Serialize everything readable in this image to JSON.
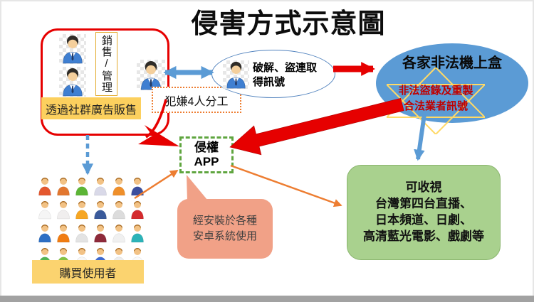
{
  "title": "侵害方式示意圖",
  "seller_group": {
    "role_label": "銷售/管理",
    "sales_channel": "透過社群廣告販售"
  },
  "suspects_label": "犯嫌4人分工",
  "crack_ellipse": {
    "text": "破解、盜連取得訊號"
  },
  "settop_box": {
    "title": "各家非法機上盒",
    "star_line1": "非法盜錄及重製",
    "star_line2": "合法業者訊號"
  },
  "app_box": {
    "line1": "侵權",
    "line2": "APP"
  },
  "bubble": {
    "line1": "經安裝於各種",
    "line2": "安卓系統使用"
  },
  "content_box": {
    "lines": [
      "可收視",
      "台灣第四台直播、",
      "日本頻道、日劇、",
      "高清藍光電影、戲劇等"
    ]
  },
  "buyers_label": "購買使用者",
  "icons": {
    "seller_person": "businessman-icon",
    "hacker_person": "businessman-icon",
    "user_avatars": "social-user-avatar-icons"
  },
  "user_grid": {
    "colors": [
      "#e4572e",
      "#e2772f",
      "#5cb535",
      "#d9d9e8",
      "#ef8f2a",
      "#3c4f9e",
      "#f5f5f5",
      "#f0eeee",
      "#f6a623",
      "#3a5a9b",
      "#dcdcdc",
      "#d42b2e",
      "#2e6fc4",
      "#f07c12",
      "#e3e3e3",
      "#8e2a3a",
      "#f0f0f0",
      "#2cb3b8",
      "#52b552",
      "#84c341",
      "#f7f7f7",
      "#3f6ad0",
      "#ededed",
      "#fafafa"
    ]
  },
  "palette": {
    "red": "#e60000",
    "blue": "#5b9bd5",
    "steel_blue": "#4f81bd",
    "orange": "#ed7d31",
    "green_border": "#5fa53f",
    "green_fill": "#a9d18e",
    "salmon": "#f1a187",
    "gold": "#ffd966",
    "yellow": "#fcd05e",
    "yellow_light": "#fbd36f",
    "star_text": "#c00000",
    "ellipse_blue": "#5b9bd5",
    "slide_bar": "#a2a2a2"
  }
}
